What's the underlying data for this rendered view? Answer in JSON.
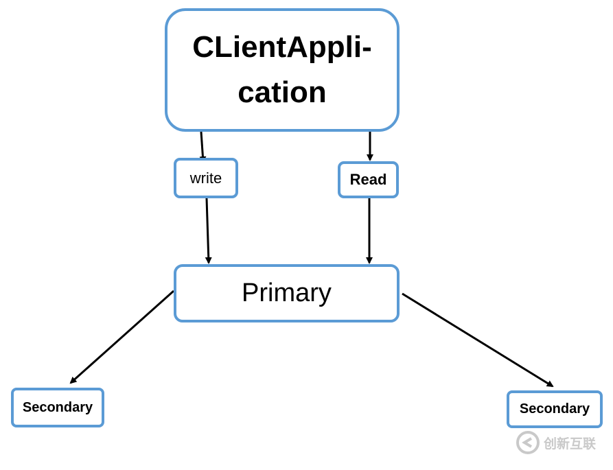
{
  "nodes": {
    "client_line1": "CLientAppli-",
    "client_line2": "cation",
    "write": "write",
    "read": "Read",
    "primary": "Primary",
    "secondary_left": "Secondary",
    "secondary_right": "Secondary"
  },
  "watermark": {
    "text": "创新互联",
    "icon": "logo-c-icon"
  },
  "colors": {
    "box_border": "#5b9bd5",
    "arrow": "#000000",
    "watermark": "#c9c9c9"
  }
}
